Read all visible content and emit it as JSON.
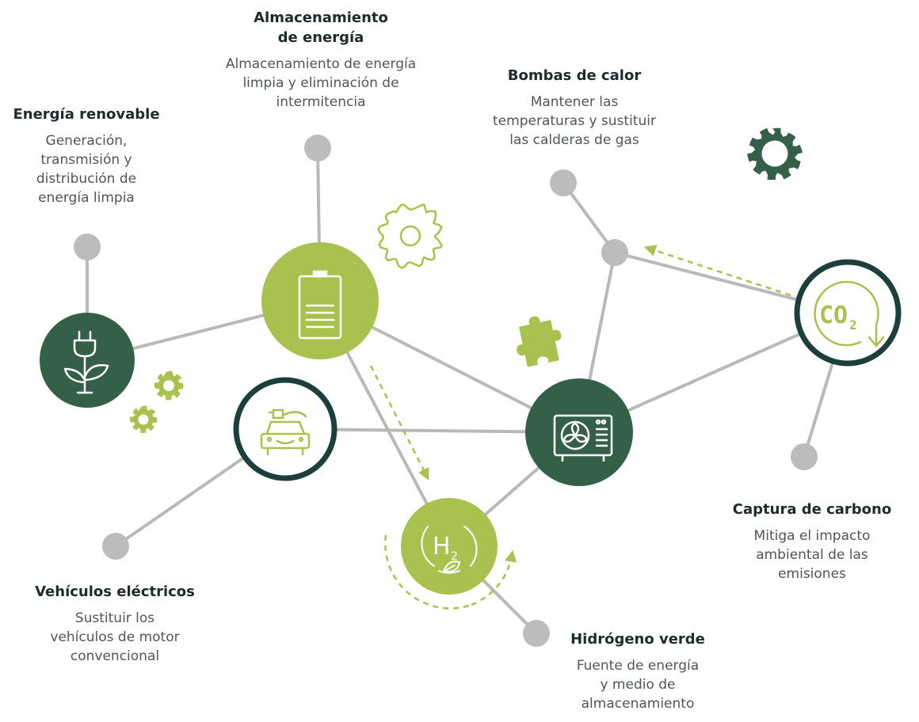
{
  "colors": {
    "dark_green": "#34604a",
    "light_green": "#a9c24f",
    "dark_ring": "#1d3f3c",
    "connector": "#b9b9b9",
    "dot": "#bcbcbc"
  },
  "nodes": {
    "renewable": {
      "title": "Energía renovable",
      "description": [
        "Generación,",
        "transmisión y",
        "distribución de",
        "energía limpia"
      ],
      "icon": "plug-plant-icon"
    },
    "storage": {
      "title": [
        "Almacenamiento",
        "de energía"
      ],
      "description": [
        "Almacenamiento de energía",
        "limpia y eliminación de",
        "intermitencia"
      ],
      "icon": "battery-icon"
    },
    "heat_pumps": {
      "title": "Bombas de calor",
      "description": [
        "Mantener las",
        "temperaturas y sustituir",
        "las calderas de gas"
      ],
      "icon": "heat-pump-icon"
    },
    "carbon_capture": {
      "title": "Captura de carbono",
      "description": [
        "Mitiga el impacto",
        "ambiental de las",
        "emisiones"
      ],
      "icon": "co2-down-icon",
      "icon_text": "CO",
      "icon_sub": "2"
    },
    "electric_vehicles": {
      "title": "Vehículos eléctricos",
      "description": [
        "Sustituir los",
        "vehículos de motor",
        "convencional"
      ],
      "icon": "electric-car-icon"
    },
    "green_hydrogen": {
      "title": "Hidrógeno verde",
      "description": [
        "Fuente de energía",
        "y medio de",
        "almacenamiento"
      ],
      "icon": "hydrogen-leaf-icon",
      "icon_text": "H",
      "icon_sub": "2"
    }
  },
  "decorations": [
    "gear-outline-icon",
    "gear-large-icon",
    "gear-small-icon",
    "puzzle-piece-icon"
  ]
}
